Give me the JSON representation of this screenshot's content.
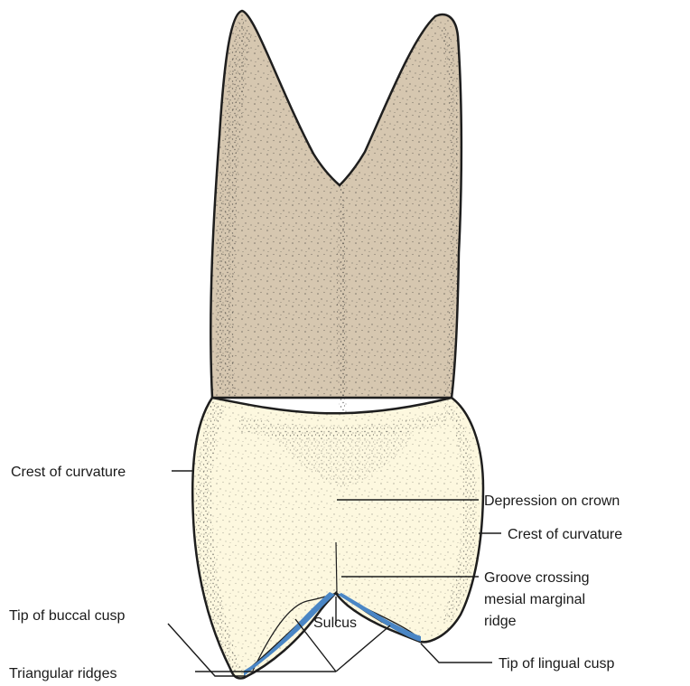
{
  "figure": {
    "labels": {
      "crest_left": "Crest of curvature",
      "depression": "Depression on crown",
      "crest_right": "Crest of curvature",
      "groove_line1": "Groove crossing",
      "groove_line2": "mesial marginal",
      "groove_line3": "ridge",
      "tip_buccal": "Tip of buccal cusp",
      "sulcus": "Sulcus",
      "tip_lingual": "Tip of lingual cusp",
      "triangular": "Triangular ridges"
    },
    "colors": {
      "root": "#d6c7b0",
      "crown": "#fdf8df",
      "ridge": "#4a86c5",
      "outline": "#1e1e1e"
    }
  }
}
